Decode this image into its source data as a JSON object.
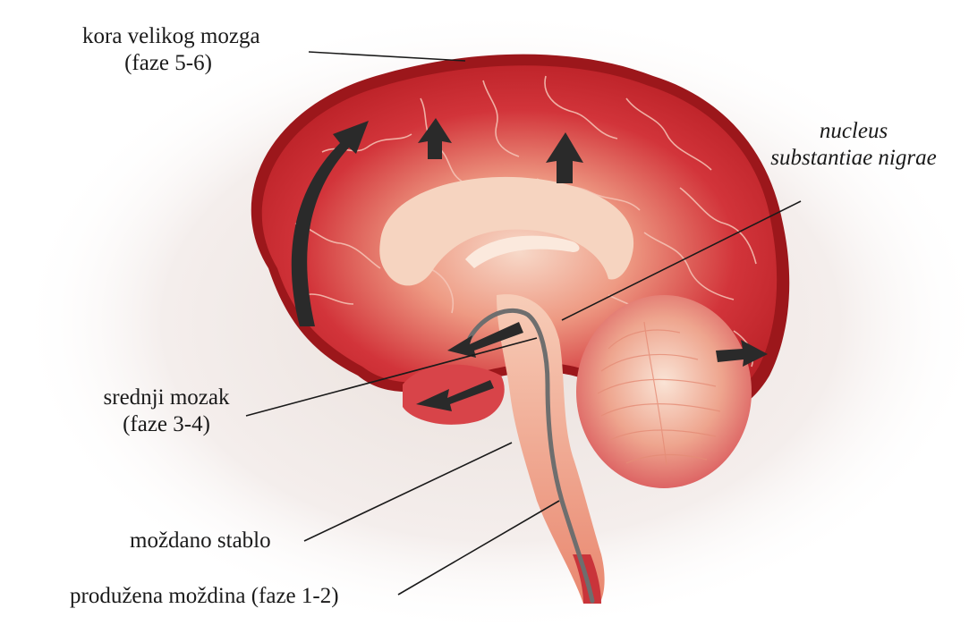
{
  "labels": {
    "cortex": {
      "line1": "kora velikog mozga",
      "line2": "(faze 5-6)"
    },
    "nigra": {
      "line1": "nucleus",
      "line2": "substantiae nigrae"
    },
    "midbrain": {
      "line1": "srednji mozak",
      "line2": "(faze 3-4)"
    },
    "brainstem": "moždano stablo",
    "medulla": "produžena moždina (faze 1-2)"
  },
  "colors": {
    "cortex": "#c0262b",
    "cortex_dark": "#8f1518",
    "inner_glow": "#f6c9b3",
    "callosum": "#f5d2bd",
    "stem": "#f3b79d",
    "pathway": "#6e6e6e",
    "arrow": "#2a2a2a",
    "leader_line": "#1a1a1a",
    "halo": "#e8ddd8"
  },
  "icons": {
    "brain": "brain-sagittal-illustration",
    "arrows": "progression-arrow-icon"
  }
}
